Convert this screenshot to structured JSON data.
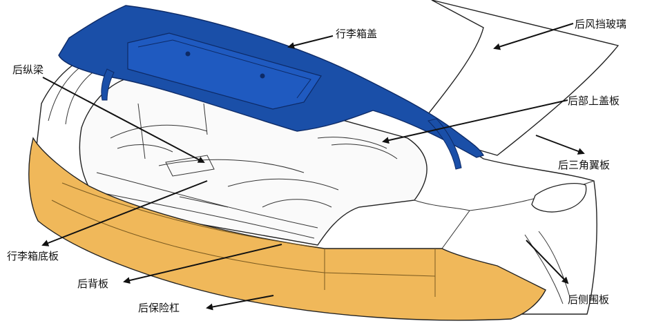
{
  "labels": {
    "trunk_lid": "行李箱盖",
    "rear_windshield": "后风挡玻璃",
    "rear_rail": "后纵梁",
    "rear_upper_panel": "后部上盖板",
    "rear_quarter_panel": "后三角翼板",
    "trunk_floor": "行李箱底板",
    "rear_back_panel": "后背板",
    "rear_bumper": "后保险杠",
    "rear_side_panel": "后侧围板"
  },
  "colors": {
    "trunk_lid": "#1a4fa8",
    "bumper": "#f0b85a",
    "body": "#ffffff",
    "outline": "#222222"
  }
}
